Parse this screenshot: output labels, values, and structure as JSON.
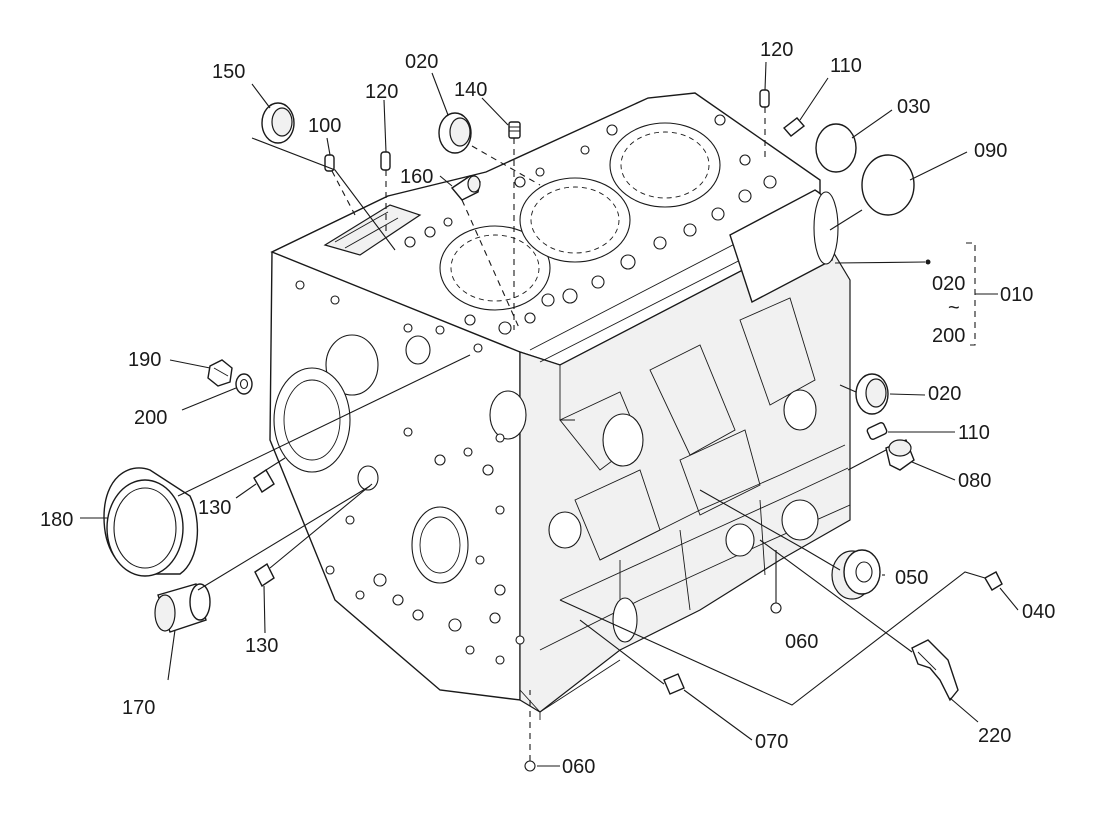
{
  "callouts": {
    "c150": "150",
    "c100": "100",
    "c120a": "120",
    "c020a": "020",
    "c140": "140",
    "c160": "160",
    "c120b": "120",
    "c110a": "110",
    "c030": "030",
    "c090": "090",
    "c020b": "020",
    "c010": "010",
    "tilde": "~",
    "c200a": "200",
    "c190": "190",
    "c200b": "200",
    "c020c": "020",
    "c110b": "110",
    "c080": "080",
    "c130a": "130",
    "c180": "180",
    "c050": "050",
    "c040": "040",
    "c060a": "060",
    "c130b": "130",
    "c170": "170",
    "c070": "070",
    "c220": "220",
    "c060b": "060"
  }
}
